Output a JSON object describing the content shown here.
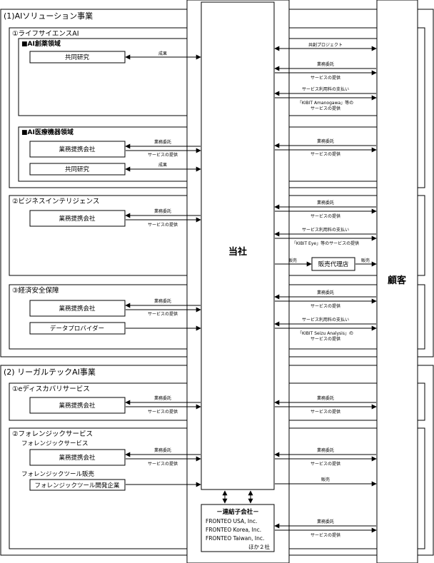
{
  "main_company": "当社",
  "customer": "顧客",
  "section1": {
    "title": "(1)AIソリューション事業",
    "life": {
      "title": "①ライフサイエンスAI",
      "drug": {
        "title": "■AI創薬領域",
        "joint": "共同研究",
        "result": "成果",
        "joint_project": "共創プロジェクト",
        "gyomu": "業務委託",
        "service": "サービスの提供",
        "fee": "サービス利用料の支払い",
        "amanogawa_line1": "「KIBIT Amanogawa」等の",
        "amanogawa_line2": "サービスの提供"
      },
      "medical": {
        "title": "■AI医療機器領域",
        "partner": "業務提携会社",
        "gyomu_left": "業務委託",
        "service_left": "サービスの提供",
        "joint": "共同研究",
        "result": "成果",
        "gyomu_right": "業務委託",
        "service_right": "サービスの提供"
      }
    },
    "bi": {
      "title": "②ビジネスインテリジェンス",
      "partner": "業務提携会社",
      "gyomu_left": "業務委託",
      "service_left": "サービスの提供",
      "gyomu_right": "業務委託",
      "service_right": "サービスの提供",
      "fee": "サービス利用料の支払い",
      "kibit_eye": "「KIBIT Eye」等のサービスの提供",
      "hanbai1": "販売",
      "agent": "販売代理店",
      "hanbai2": "販売"
    },
    "econ": {
      "title": "③経済安全保障",
      "partner": "業務提携会社",
      "gyomu_left": "業務委託",
      "service_left": "サービスの提供",
      "data_provider": "データプロバイダー",
      "gyomu_right": "業務委託",
      "service_right": "サービスの提供",
      "fee": "サービス利用料の支払い",
      "seizu_line1": "「KIBIT Seizu Analysis」の",
      "seizu_line2": "サービスの提供"
    }
  },
  "section2": {
    "title": "(2) リーガルテックAI事業",
    "ediscovery": {
      "title": "①eディスカバリサービス",
      "partner": "業務提携会社",
      "gyomu_left": "業務委託",
      "service_left": "サービスの提供",
      "gyomu_right": "業務委託",
      "service_right": "サービスの提供"
    },
    "forensic": {
      "title": "②フォレンジックサービス",
      "sub1": "フォレンジックサービス",
      "partner": "業務提携会社",
      "gyomu_left": "業務委託",
      "service_left": "サービスの提供",
      "gyomu_right": "業務委託",
      "service_right": "サービスの提供",
      "sub2": "フォレンジックツール販売",
      "tool_dev": "フォレンジックツール開発企業",
      "hanbai": "販売"
    }
  },
  "subsidiaries": {
    "title": "－連結子会社－",
    "line1": "FRONTEO USA, Inc.",
    "line2": "FRONTEO Korea, Inc.",
    "line3": "FRONTEO Taiwan, Inc.",
    "line4": "ほか２社",
    "gyomu": "業務委託",
    "service": "サービスの提供"
  }
}
